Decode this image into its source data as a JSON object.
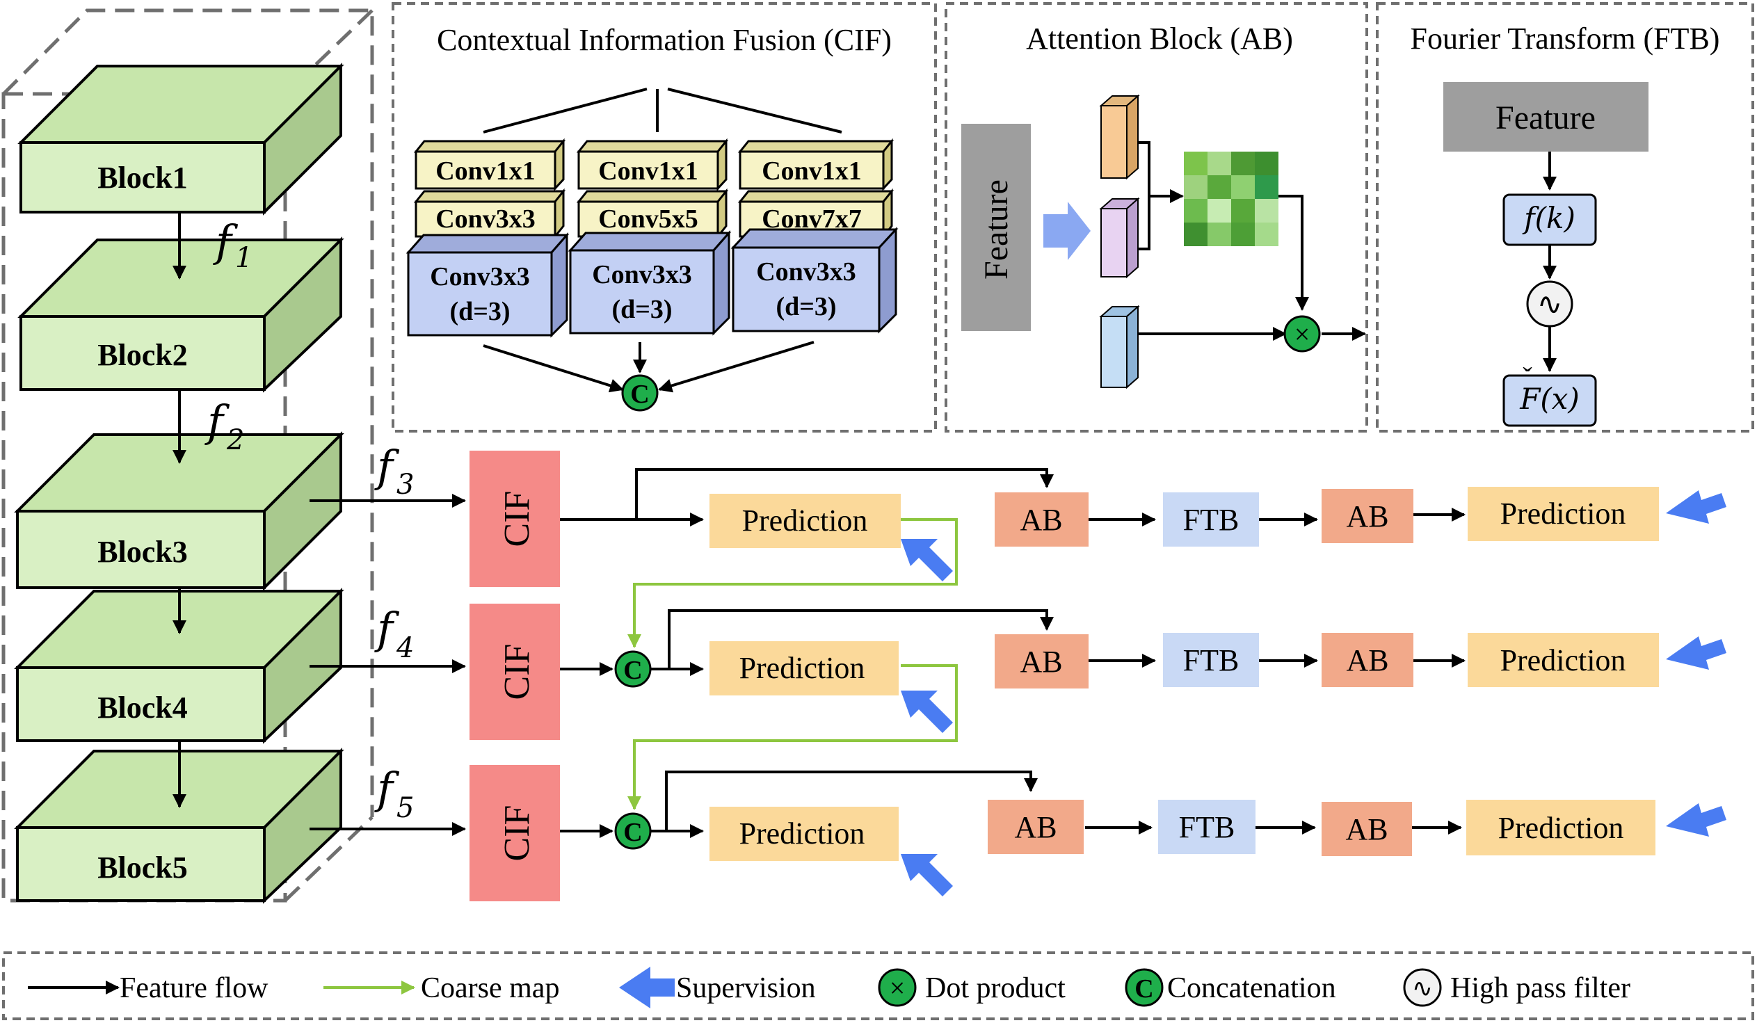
{
  "backbone": {
    "blocks": [
      "Block1",
      "Block2",
      "Block3",
      "Block4",
      "Block5"
    ],
    "features": [
      {
        "sym": "f",
        "sub": "1"
      },
      {
        "sym": "f",
        "sub": "2"
      },
      {
        "sym": "f",
        "sub": "3"
      },
      {
        "sym": "f",
        "sub": "4"
      },
      {
        "sym": "f",
        "sub": "5"
      }
    ]
  },
  "cif_panel": {
    "title": "Contextual Information Fusion (CIF)",
    "columns": [
      {
        "top": "Conv1x1",
        "mid": "Conv3x3",
        "bottom": [
          "Conv3x3",
          "(d=3)"
        ]
      },
      {
        "top": "Conv1x1",
        "mid": "Conv5x5",
        "bottom": [
          "Conv3x3",
          "(d=3)"
        ]
      },
      {
        "top": "Conv1x1",
        "mid": "Conv7x7",
        "bottom": [
          "Conv3x3",
          "(d=3)"
        ]
      }
    ],
    "concat_symbol": "C"
  },
  "ab_panel": {
    "title": "Attention Block (AB)",
    "input_label": "Feature",
    "heatmap_colors": [
      "#7dc44b",
      "#a8d98a",
      "#4e9a34",
      "#3d8f2f",
      "#9ed27e",
      "#5aa93c",
      "#8fd071",
      "#2e9a4b",
      "#6dbb4e",
      "#c7ecb3",
      "#58a83a",
      "#b9e3a4",
      "#3f9030",
      "#86c969",
      "#4d9f36",
      "#a5da8b"
    ],
    "product_symbol": "×"
  },
  "ftb_panel": {
    "title": "Fourier Transform (FTB)",
    "feature_label": "Feature",
    "fk": {
      "name": "f",
      "arg": "(k)"
    },
    "filter_symbol": "∿",
    "fx": {
      "name": "F",
      "accent": "ˇ",
      "arg": "(x)"
    }
  },
  "pipeline": {
    "cif_label": "CIF",
    "prediction_label": "Prediction",
    "ab_label": "AB",
    "ftb_label": "FTB",
    "concat_symbol": "C"
  },
  "legend": [
    {
      "kind": "feature-flow",
      "label": "Feature flow"
    },
    {
      "kind": "coarse-map",
      "label": "Coarse map"
    },
    {
      "kind": "supervision",
      "label": "Supervision"
    },
    {
      "kind": "dot-product",
      "label": "Dot product",
      "symbol": "×"
    },
    {
      "kind": "concatenation",
      "label": "Concatenation",
      "symbol": "C"
    },
    {
      "kind": "high-pass-filter",
      "label": "High pass filter",
      "symbol": "∿"
    }
  ],
  "colors": {
    "block_front": "#d9f0c4",
    "block_top": "#c7e6ab",
    "block_side": "#a9c98e",
    "conv_yellow": "#f7f3c6",
    "conv_yellow_dark": "#e0da9c",
    "conv_blue": "#c3d0f4",
    "conv_blue_dark": "#9facdb",
    "cif_red": "#f58a88",
    "prediction": "#fbd99a",
    "ab": "#f2a98a",
    "ftb": "#c9d9f5",
    "feature_gray": "#9e9e9e",
    "green_node": "#1fae4b",
    "coarse_arrow": "#8dc63f",
    "supervision": "#4a7cf2",
    "dash": "#6f6f6f"
  }
}
